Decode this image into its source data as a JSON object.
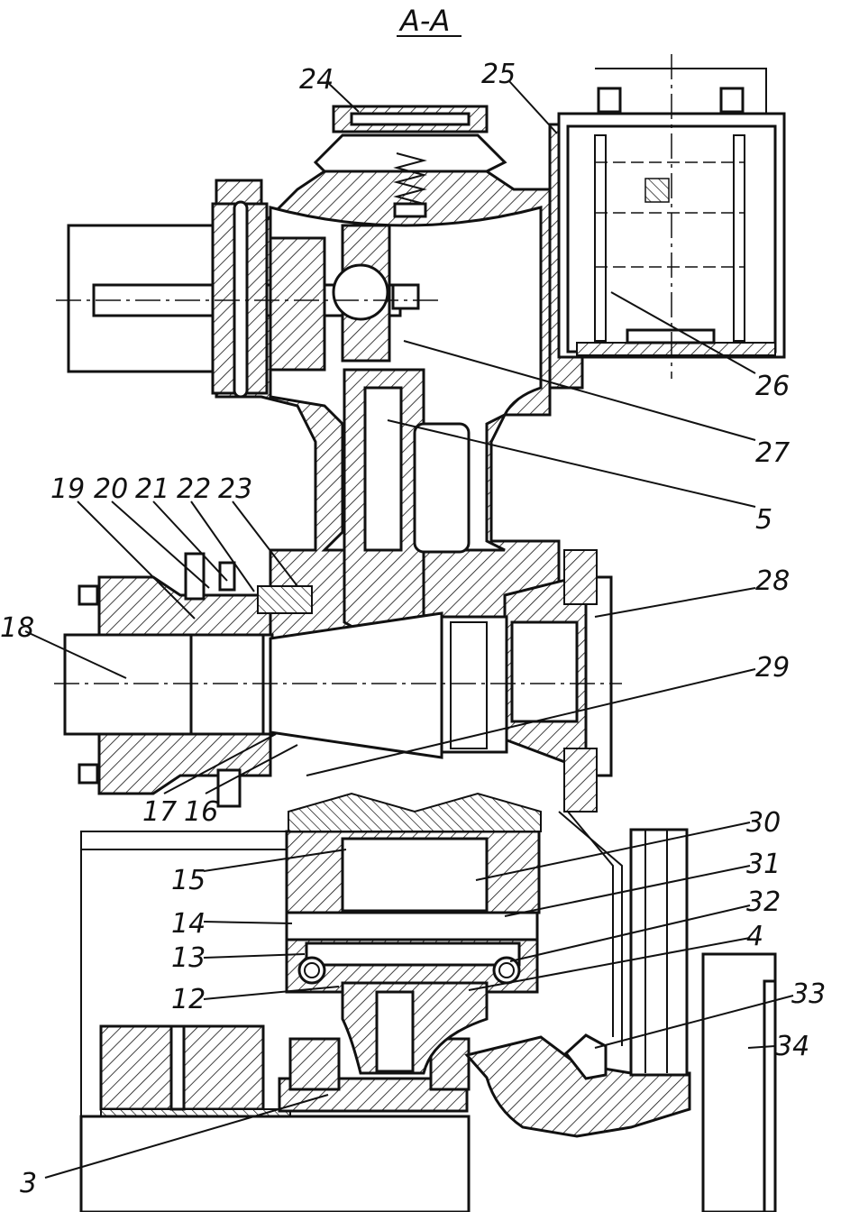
{
  "section_title": "A-A",
  "labels": {
    "l3": "3",
    "l4": "4",
    "l5": "5",
    "l12": "12",
    "l13": "13",
    "l14": "14",
    "l15": "15",
    "l16": "16",
    "l17": "17",
    "l18": "18",
    "l19": "19",
    "l20": "20",
    "l21": "21",
    "l22": "22",
    "l23": "23",
    "l24": "24",
    "l25": "25",
    "l26": "26",
    "l27": "27",
    "l28": "28",
    "l29": "29",
    "l30": "30",
    "l31": "31",
    "l32": "32",
    "l33": "33",
    "l34": "34"
  },
  "colors": {
    "ink": "#111111",
    "paper": "#ffffff"
  }
}
